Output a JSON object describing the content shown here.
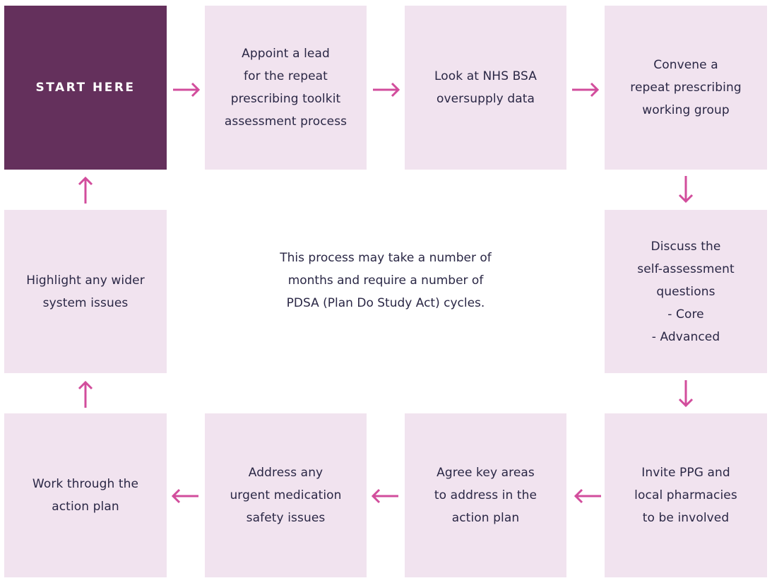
{
  "diagram": {
    "type": "process-cycle",
    "colors": {
      "start_box": "#64305c",
      "step_box": "#f1e3ef",
      "arrow": "#d24d9c",
      "text": "#2a2745",
      "start_text": "#ffffff"
    },
    "start": {
      "label": "START HERE"
    },
    "steps": [
      {
        "id": "appoint-lead",
        "label": "Appoint a lead\nfor the repeat\nprescribing toolkit\nassessment process"
      },
      {
        "id": "nhs-bsa-data",
        "label": "Look at NHS BSA\noversupply data"
      },
      {
        "id": "working-group",
        "label": "Convene a\nrepeat prescribing\nworking group"
      },
      {
        "id": "self-assessment",
        "label": "Discuss the\nself-assessment\nquestions\n - Core\n- Advanced"
      },
      {
        "id": "invite-ppg",
        "label": "Invite PPG and\nlocal pharmacies\nto be involved"
      },
      {
        "id": "agree-key-areas",
        "label": "Agree key areas\nto address in the\naction plan"
      },
      {
        "id": "urgent-safety",
        "label": "Address any\nurgent medication\nsafety issues"
      },
      {
        "id": "action-plan",
        "label": "Work through the\naction plan"
      },
      {
        "id": "wider-issues",
        "label": "Highlight any wider\nsystem issues"
      }
    ],
    "note": "This process may take a number of\nmonths and require a number of\nPDSA (Plan Do Study Act) cycles.",
    "arrows": [
      {
        "from": "start",
        "to": "appoint-lead",
        "direction": "right"
      },
      {
        "from": "appoint-lead",
        "to": "nhs-bsa-data",
        "direction": "right"
      },
      {
        "from": "nhs-bsa-data",
        "to": "working-group",
        "direction": "right"
      },
      {
        "from": "working-group",
        "to": "self-assessment",
        "direction": "down"
      },
      {
        "from": "self-assessment",
        "to": "invite-ppg",
        "direction": "down"
      },
      {
        "from": "invite-ppg",
        "to": "agree-key-areas",
        "direction": "left"
      },
      {
        "from": "agree-key-areas",
        "to": "urgent-safety",
        "direction": "left"
      },
      {
        "from": "urgent-safety",
        "to": "action-plan",
        "direction": "left"
      },
      {
        "from": "action-plan",
        "to": "wider-issues",
        "direction": "up"
      },
      {
        "from": "wider-issues",
        "to": "start",
        "direction": "up"
      }
    ]
  }
}
